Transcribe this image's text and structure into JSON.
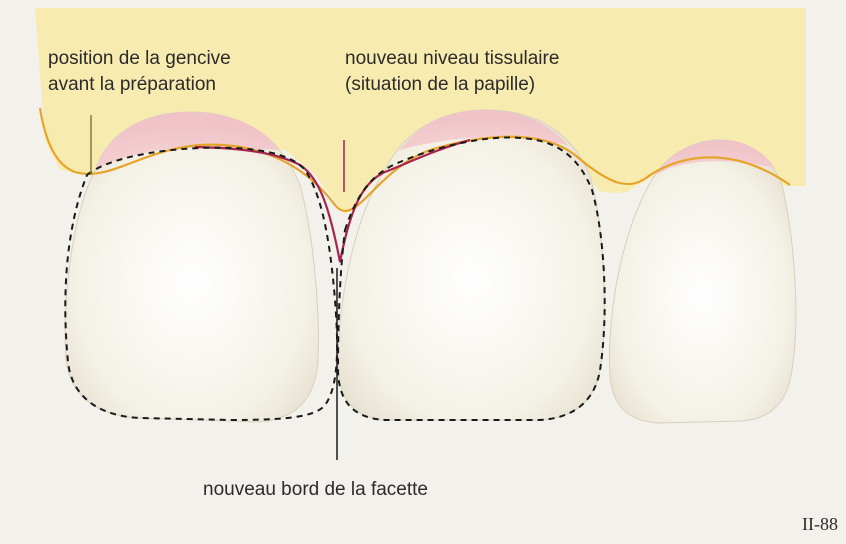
{
  "labels": {
    "gum_position_line1": "position de la gencive",
    "gum_position_line2": "avant la préparation",
    "tissue_level_line1": "nouveau niveau tissulaire",
    "tissue_level_line2": "(situation de la papille)",
    "veneer_edge": "nouveau bord de la facette"
  },
  "figure_number": "II-88",
  "colors": {
    "background": "#f3f1ec",
    "gingiva": "#f8ebb0",
    "tooth": "#f6f3ea",
    "old_gum_line": "#e6a52a",
    "new_tissue_line": "#a8244f",
    "prep_outline": "#1a1a1a"
  }
}
